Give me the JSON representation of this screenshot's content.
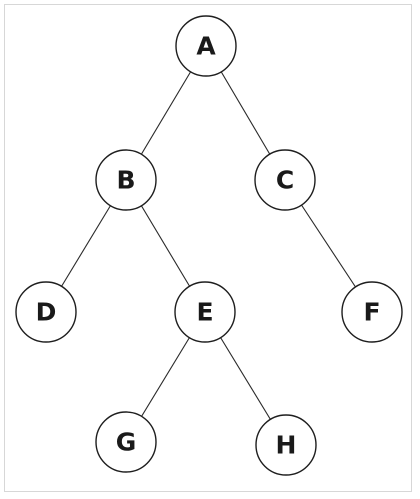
{
  "tree": {
    "nodes": [
      {
        "id": "A",
        "label": "A"
      },
      {
        "id": "B",
        "label": "B"
      },
      {
        "id": "C",
        "label": "C"
      },
      {
        "id": "D",
        "label": "D"
      },
      {
        "id": "E",
        "label": "E"
      },
      {
        "id": "F",
        "label": "F"
      },
      {
        "id": "G",
        "label": "G"
      },
      {
        "id": "H",
        "label": "H"
      }
    ],
    "edges": [
      [
        "A",
        "B"
      ],
      [
        "A",
        "C"
      ],
      [
        "B",
        "D"
      ],
      [
        "B",
        "E"
      ],
      [
        "C",
        "F"
      ],
      [
        "E",
        "G"
      ],
      [
        "E",
        "H"
      ]
    ]
  }
}
